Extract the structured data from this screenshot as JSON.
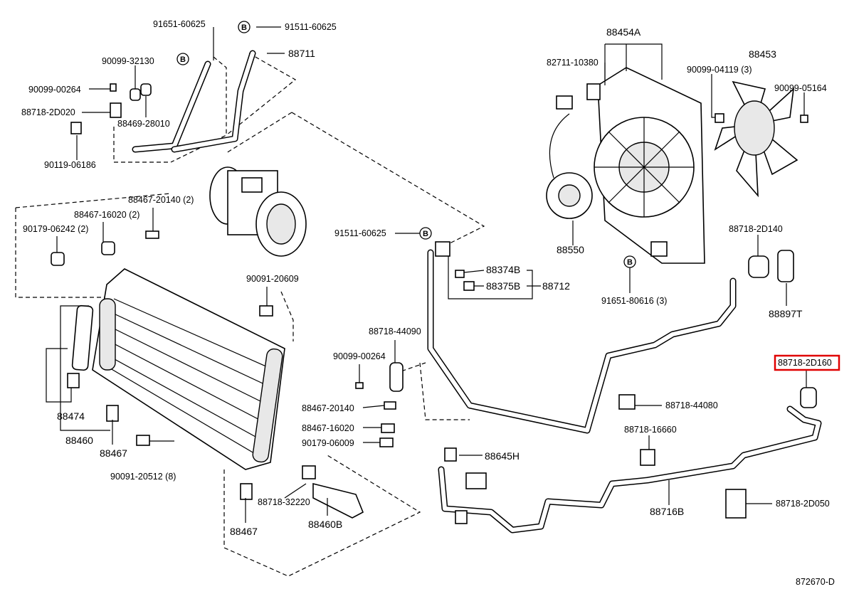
{
  "diagram_id": "872670-D",
  "bolt_badge": "B",
  "highlight_color": "#e00000",
  "labels": {
    "l_91651_60625": "91651-60625",
    "l_91511_60625_top": "91511-60625",
    "l_88711": "88711",
    "l_90099_32130": "90099-32130",
    "l_90099_00264_a": "90099-00264",
    "l_88718_2d020": "88718-2D020",
    "l_88469_28010": "88469-28010",
    "l_90119_06186": "90119-06186",
    "l_88467_20140_a": "88467-20140 (2)",
    "l_88467_16020_a": "88467-16020 (2)",
    "l_90179_06242": "90179-06242 (2)",
    "l_90091_20609": "90091-20609",
    "l_88474": "88474",
    "l_88460": "88460",
    "l_88467_a": "88467",
    "l_90091_20512": "90091-20512 (8)",
    "l_88467_b": "88467",
    "l_88718_32220": "88718-32220",
    "l_88460b": "88460B",
    "l_88718_44090": "88718-44090",
    "l_90099_00264_b": "90099-00264",
    "l_88467_20140_b": "88467-20140",
    "l_88467_16020_b": "88467-16020",
    "l_90179_06009": "90179-06009",
    "l_91511_60625_mid": "91511-60625",
    "l_88374b": "88374B",
    "l_88375b": "88375B",
    "l_88712": "88712",
    "l_88454a": "88454A",
    "l_82711_10380": "82711-10380",
    "l_90099_04119": "90099-04119 (3)",
    "l_88453": "88453",
    "l_90099_05164": "90099-05164",
    "l_88550": "88550",
    "l_91651_80616": "91651-80616 (3)",
    "l_88718_2d140": "88718-2D140",
    "l_88897t": "88897T",
    "l_88718_2d160": "88718-2D160",
    "l_88718_44080": "88718-44080",
    "l_88718_16660": "88718-16660",
    "l_88645h": "88645H",
    "l_88716b": "88716B",
    "l_88718_2d050": "88718-2D050"
  }
}
